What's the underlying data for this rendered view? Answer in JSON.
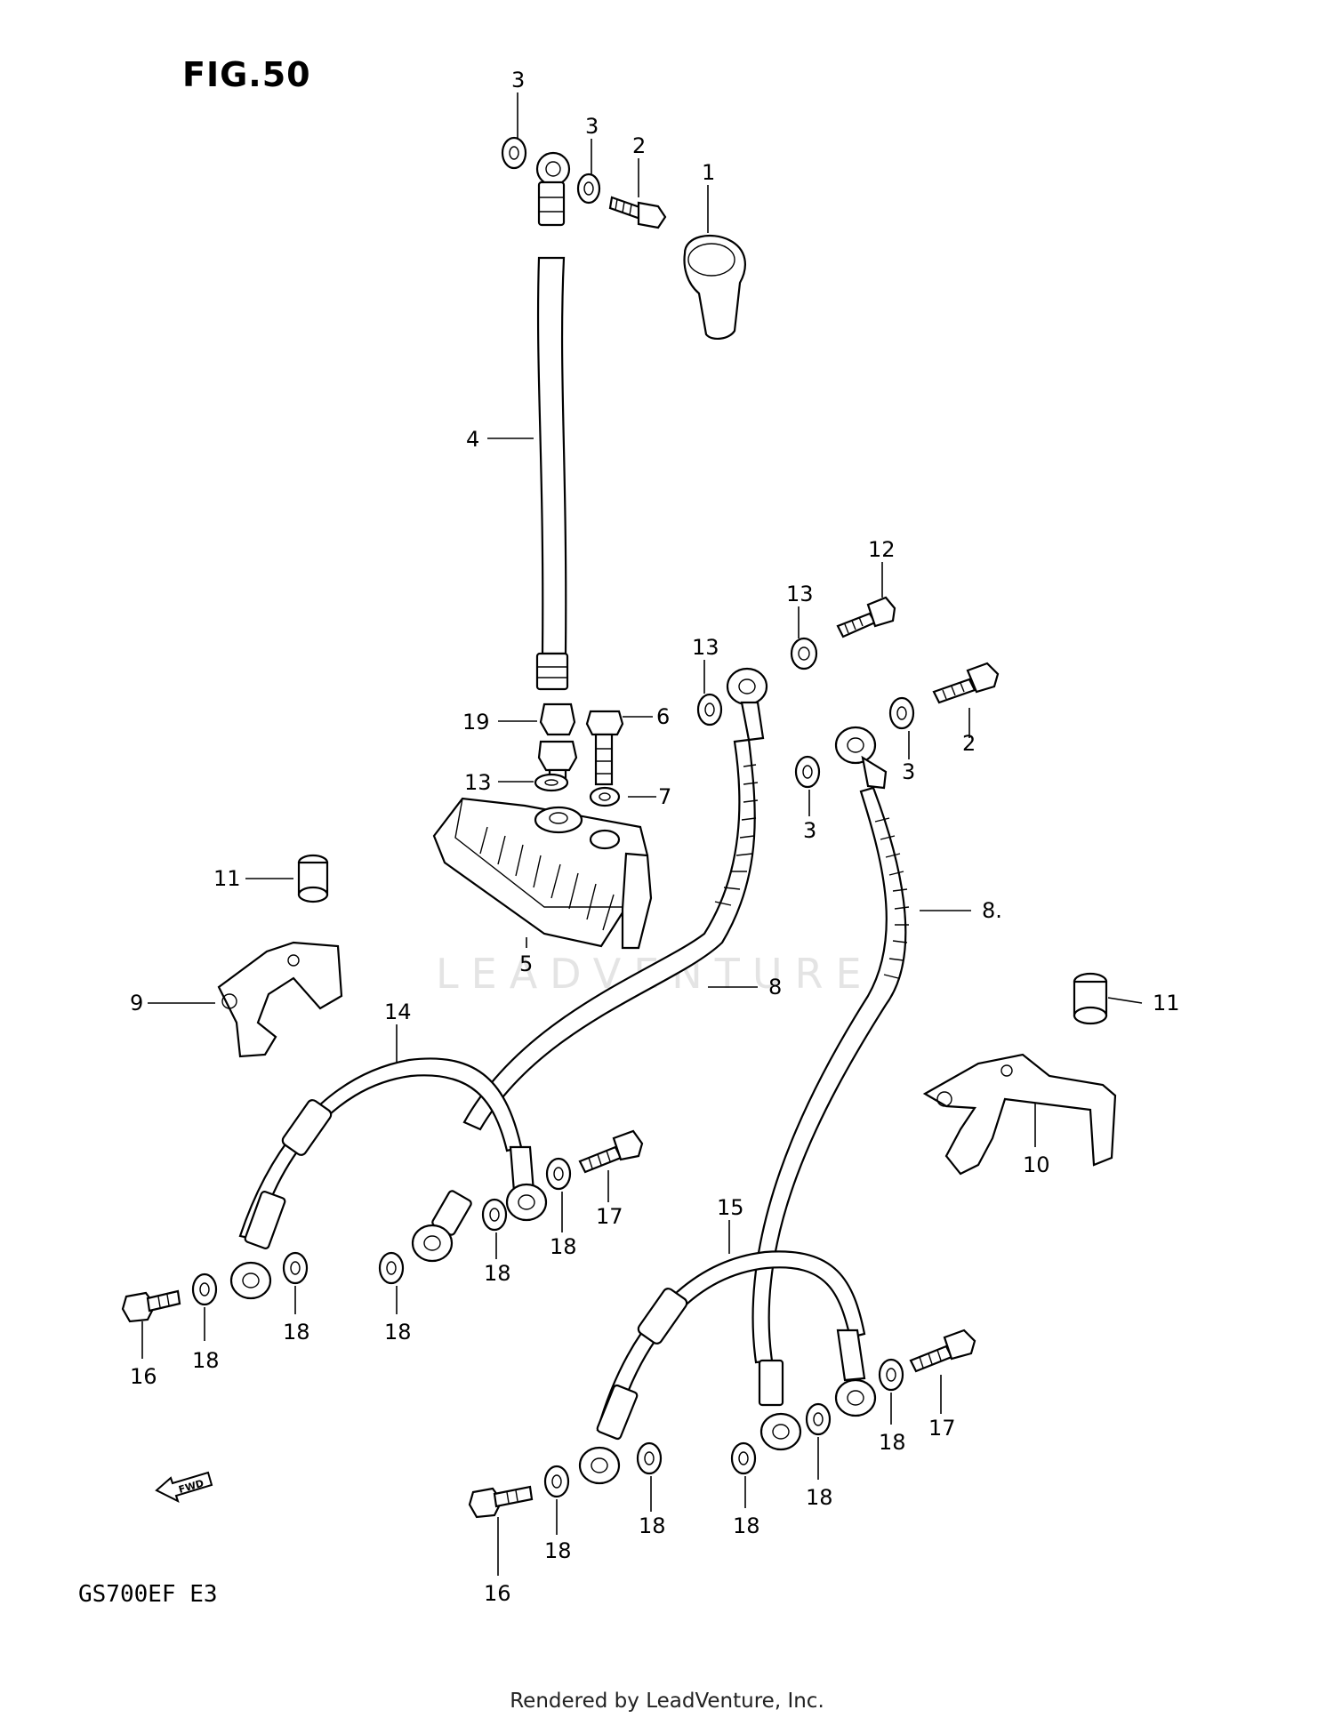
{
  "figure": {
    "title": "FIG.50"
  },
  "model": "GS700EF  E3",
  "footer": "Rendered by LeadVenture, Inc.",
  "watermark": "LEADVENTURE",
  "direction_marker": "FWD",
  "callouts": [
    {
      "id": "c3a",
      "num": "3"
    },
    {
      "id": "c3b",
      "num": "3"
    },
    {
      "id": "c2a",
      "num": "2"
    },
    {
      "id": "c1",
      "num": "1"
    },
    {
      "id": "c4",
      "num": "4"
    },
    {
      "id": "c12",
      "num": "12"
    },
    {
      "id": "c13a",
      "num": "13"
    },
    {
      "id": "c13b",
      "num": "13"
    },
    {
      "id": "c6",
      "num": "6"
    },
    {
      "id": "c19",
      "num": "19"
    },
    {
      "id": "c2b",
      "num": "2"
    },
    {
      "id": "c3c",
      "num": "3"
    },
    {
      "id": "c13c",
      "num": "13"
    },
    {
      "id": "c7",
      "num": "7"
    },
    {
      "id": "c3d",
      "num": "3"
    },
    {
      "id": "c11a",
      "num": "11"
    },
    {
      "id": "c8a",
      "num": "8."
    },
    {
      "id": "c5",
      "num": "5"
    },
    {
      "id": "c8b",
      "num": "8"
    },
    {
      "id": "c9",
      "num": "9"
    },
    {
      "id": "c14",
      "num": "14"
    },
    {
      "id": "c11b",
      "num": "11"
    },
    {
      "id": "c10",
      "num": "10"
    },
    {
      "id": "c17a",
      "num": "17"
    },
    {
      "id": "c18a",
      "num": "18"
    },
    {
      "id": "c18b",
      "num": "18"
    },
    {
      "id": "c15",
      "num": "15"
    },
    {
      "id": "c18c",
      "num": "18"
    },
    {
      "id": "c18d",
      "num": "18"
    },
    {
      "id": "c16a",
      "num": "16"
    },
    {
      "id": "c18e",
      "num": "18"
    },
    {
      "id": "c17b",
      "num": "17"
    },
    {
      "id": "c18f",
      "num": "18"
    },
    {
      "id": "c18g",
      "num": "18"
    },
    {
      "id": "c18h",
      "num": "18"
    },
    {
      "id": "c18i",
      "num": "18"
    },
    {
      "id": "c16b",
      "num": "16"
    },
    {
      "id": "c18j",
      "num": "18"
    }
  ]
}
